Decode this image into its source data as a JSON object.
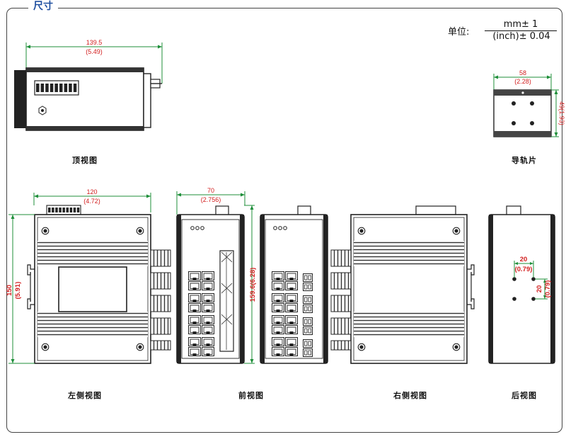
{
  "section_title": "尺寸",
  "unit": {
    "label": "单位:",
    "numerator": "mm± 1",
    "denominator": "(inch)± 0.04"
  },
  "top_view": {
    "label": "顶视图",
    "width_mm": "139.5",
    "width_in": "(5.49)"
  },
  "rail": {
    "label": "导轨片",
    "width_mm": "58",
    "width_in": "(2.28)",
    "height_text": "49(1.93)"
  },
  "left_view": {
    "label": "左侧视图",
    "width_mm": "120",
    "width_in": "(4.72)",
    "height_mm": "150",
    "height_in": "(5.91)"
  },
  "front_view": {
    "label": "前视图",
    "width_mm": "70",
    "width_in": "(2.756)",
    "height_text": "159.6(6.28)"
  },
  "right_view": {
    "label": "右侧视图"
  },
  "back_view": {
    "label": "后视图",
    "hspace_mm": "20",
    "hspace_in": "(0.79)",
    "vspace_mm": "20",
    "vspace_in": "(0.79)"
  },
  "colors": {
    "dimension": "#d21e1e",
    "dim_line": "#1f8f3a",
    "title": "#1f4fa0",
    "outline": "#222222"
  }
}
